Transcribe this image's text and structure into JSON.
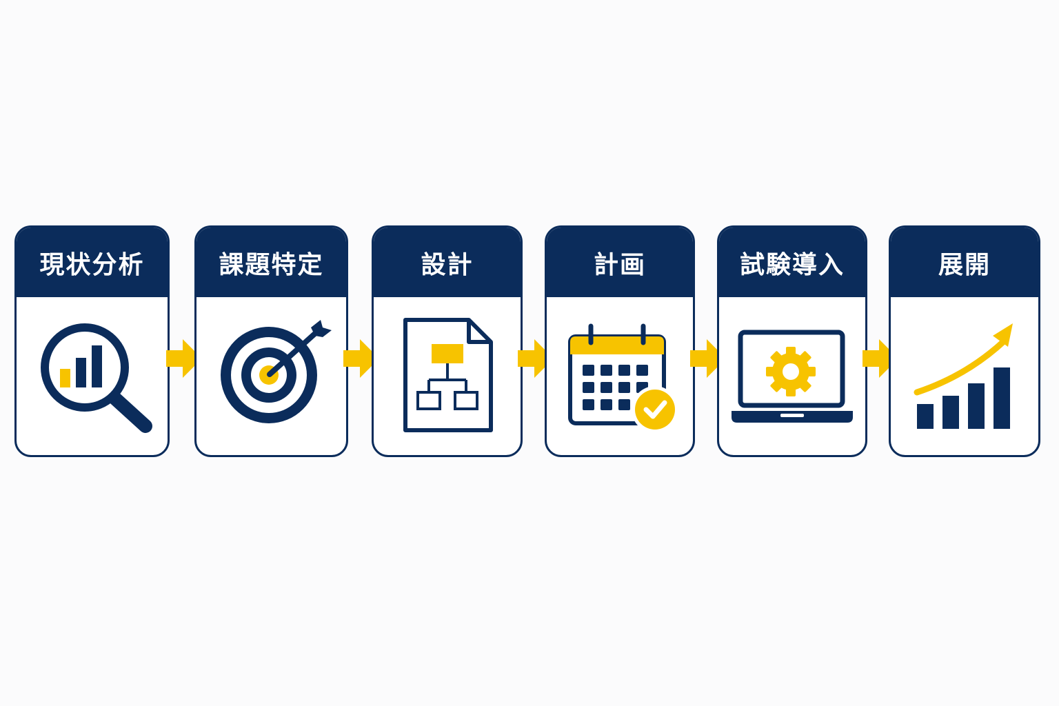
{
  "colors": {
    "navy": "#0b2c5b",
    "yellow": "#f7c300",
    "background": "#fbfbfc",
    "card_fill": "#ffffff"
  },
  "steps": [
    {
      "label": "現状分析",
      "icon": "magnifier-bar-chart-icon"
    },
    {
      "label": "課題特定",
      "icon": "target-arrow-icon"
    },
    {
      "label": "設計",
      "icon": "document-flowchart-icon"
    },
    {
      "label": "計画",
      "icon": "calendar-check-icon"
    },
    {
      "label": "試験導入",
      "icon": "laptop-gear-icon"
    },
    {
      "label": "展開",
      "icon": "growth-chart-icon"
    }
  ],
  "connector": "arrow-right-icon"
}
